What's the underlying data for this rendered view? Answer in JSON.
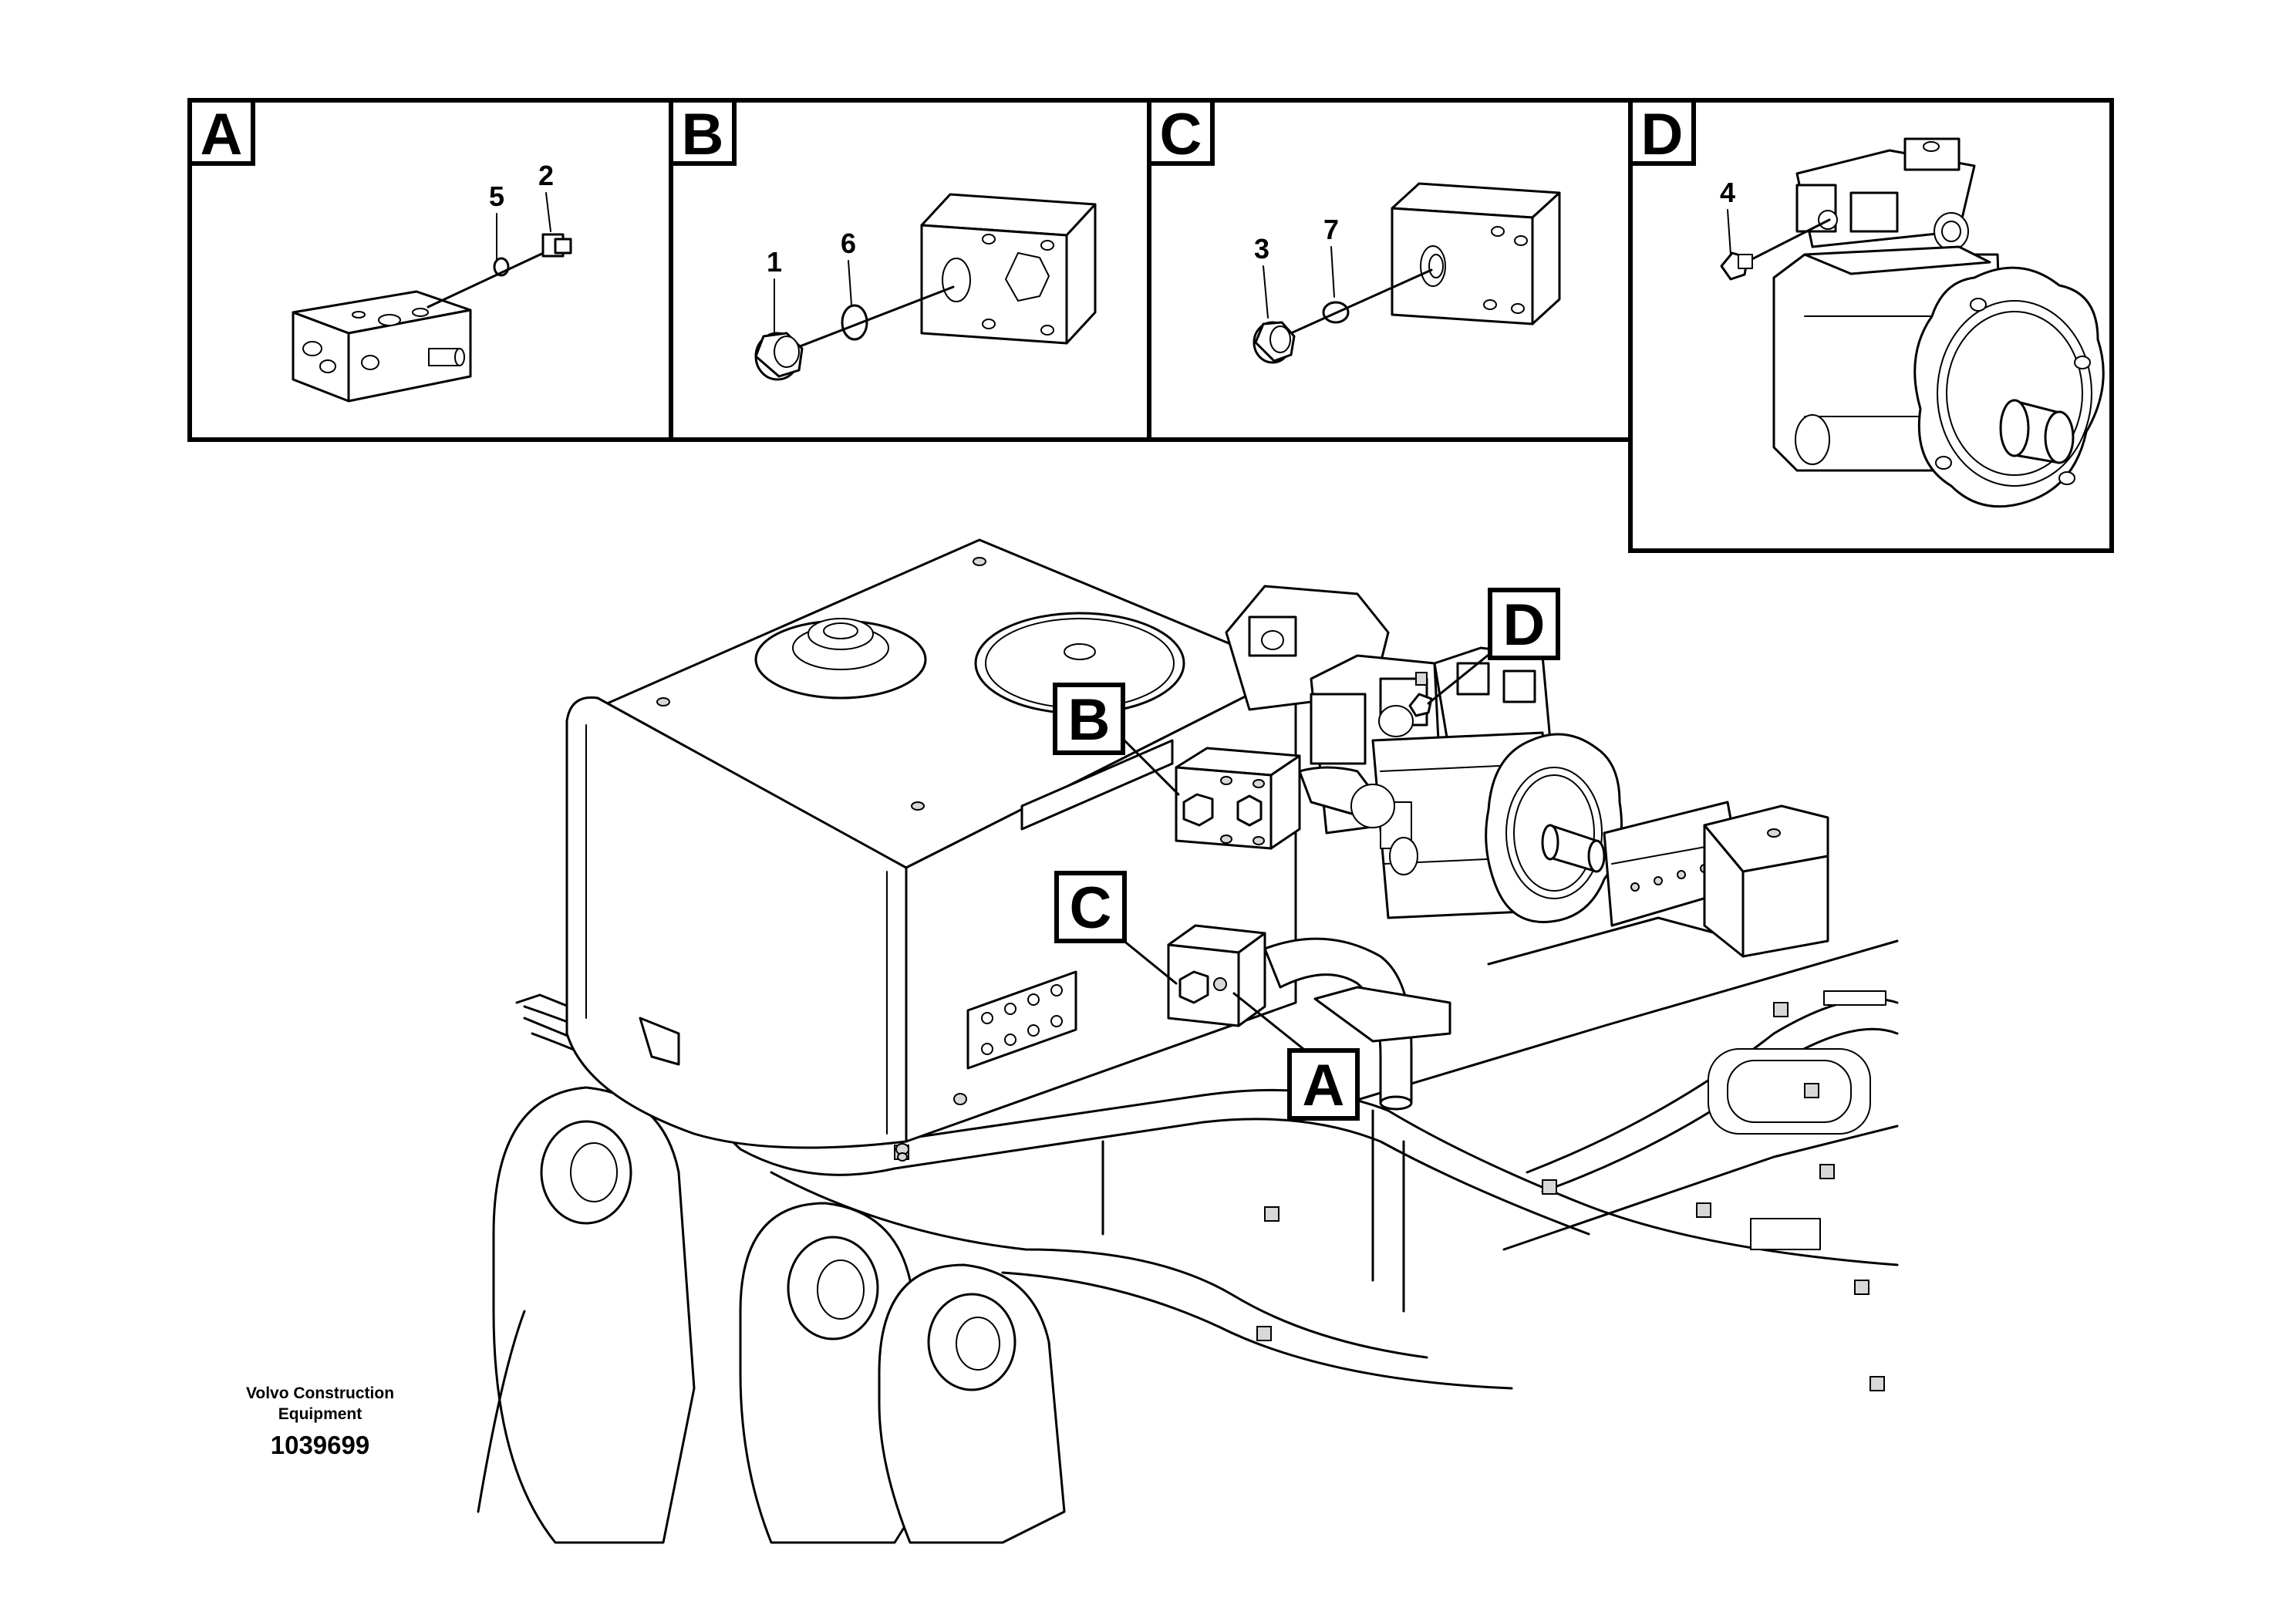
{
  "detail_views": [
    {
      "letter": "A",
      "part_numbers": [
        "5",
        "2"
      ]
    },
    {
      "letter": "B",
      "part_numbers": [
        "1",
        "6"
      ]
    },
    {
      "letter": "C",
      "part_numbers": [
        "3",
        "7"
      ]
    },
    {
      "letter": "D",
      "part_numbers": [
        "4"
      ]
    }
  ],
  "main_view_callouts": [
    "B",
    "D",
    "C",
    "A"
  ],
  "caption": {
    "line1": "Volvo Construction",
    "line2": "Equipment",
    "number": "1039699"
  }
}
